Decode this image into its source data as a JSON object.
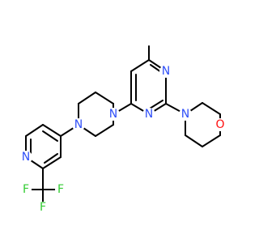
{
  "colors": {
    "bond": "#000000",
    "nitrogen": "#3050f8",
    "oxygen": "#ff0d0d",
    "fluorine": "#33cc33"
  },
  "labels": {
    "pyrimidine_n_top": "N",
    "pyrimidine_n_bottom": "N",
    "morpholine_n": "N",
    "morpholine_o": "O",
    "piperazine_n_right": "N",
    "piperazine_n_left": "N",
    "pyridine_n": "N",
    "fluorine_left": "F",
    "fluorine_right": "F",
    "fluorine_bottom": "F"
  }
}
